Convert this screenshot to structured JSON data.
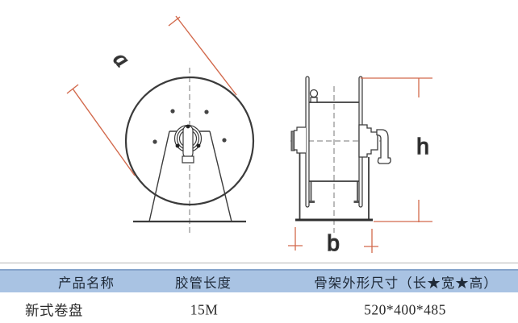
{
  "diagram": {
    "dim_labels": {
      "a": "a",
      "h": "h",
      "b": "b"
    },
    "accent_color": "#d2694c",
    "line_color": "#3b3b3b"
  },
  "table": {
    "headers": {
      "product_name": "产品名称",
      "hose_length": "胶管长度",
      "frame_size": "骨架外形尺寸（长★宽★高）"
    },
    "row": {
      "product_name": "新式卷盘",
      "hose_length": "15M",
      "frame_size": "520*400*485"
    },
    "header_bg": "#a9c3e3"
  }
}
